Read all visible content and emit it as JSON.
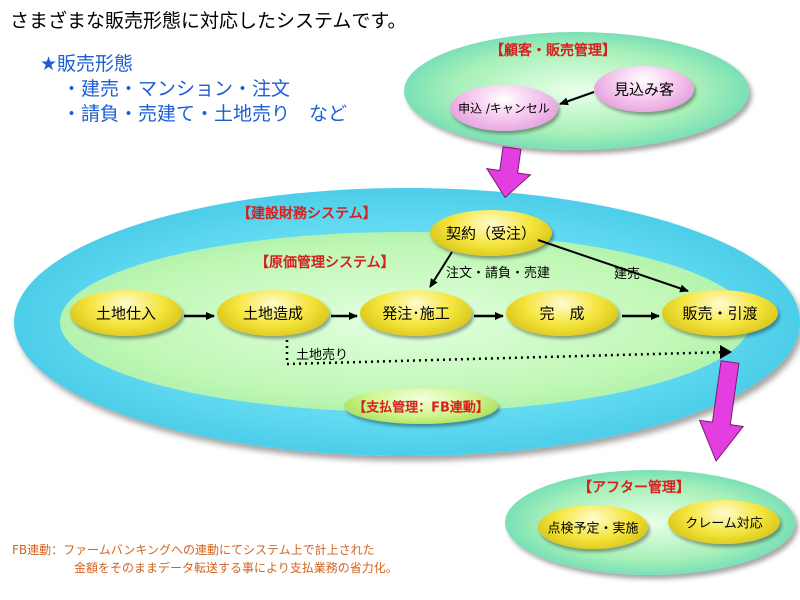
{
  "headline": "さまざまな販売形態に対応したシステムです。",
  "sales_forms": {
    "heading": "★販売形態",
    "line1": "・建売・マンション・注文",
    "line2": "・請負・売建て・土地売り　など"
  },
  "customer_mgmt": {
    "title": "【顧客・販売管理】",
    "prospect": "見込み客",
    "application": "申込 /キャンセル"
  },
  "construction_finance": {
    "title": "【建設財務システム】",
    "contract": "契約（受注）"
  },
  "cost_mgmt": {
    "title": "【原価管理システム】",
    "branch_label": "注文・請負・売建",
    "kenuri_label": "建売",
    "land_sale_label": "土地売り"
  },
  "flow": {
    "land_purchase": "土地仕入",
    "land_development": "土地造成",
    "order_construction": "発注･施工",
    "completion": "完　成",
    "sale_handover": "販売・引渡"
  },
  "payment_mgmt": {
    "title": "【支払管理：FB連動】"
  },
  "after_mgmt": {
    "title": "【アフター管理】",
    "inspection": "点検予定・実施",
    "claim": "クレーム対応"
  },
  "footnote": {
    "line1": "FB連動：ファームバンキングへの連動にてシステム上で計上された",
    "line2": "金額をそのままデータ転送する事により支払業務の省力化。"
  },
  "colors": {
    "outer_ellipse": "#4dd0e8",
    "green_ellipse": "#b8f5a8",
    "node_gold": "#f5e640",
    "node_pink": "#f5c6ee",
    "title_red": "#d62020",
    "text_blue": "#1a5fd6",
    "arrow_magenta": "#e23ee0"
  }
}
